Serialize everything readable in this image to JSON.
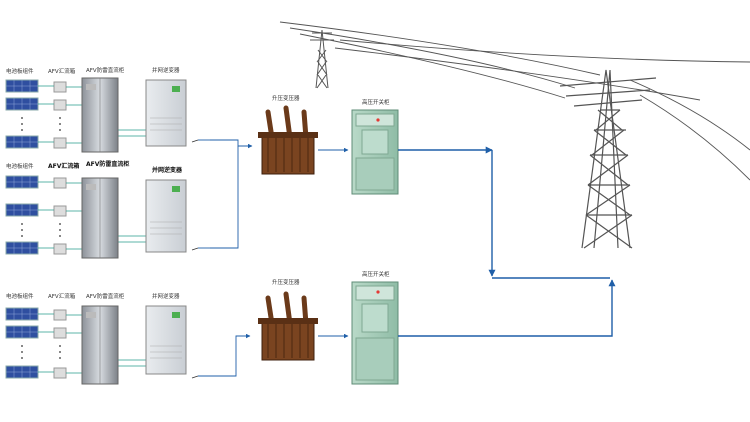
{
  "rows": [
    {
      "labels": {
        "pv_array": "电池板组件",
        "combiner": "AFV汇流箱",
        "dc_cabinet": "AFV防雷直流柜",
        "inverter": "并网逆变器"
      }
    },
    {
      "labels": {
        "pv_array": "电池板组件",
        "combiner": "AFV汇流箱",
        "dc_cabinet": "AFV防雷直流柜",
        "inverter": "并网逆变器"
      }
    },
    {
      "labels": {
        "pv_array": "电池板组件",
        "combiner": "AFV汇流箱",
        "dc_cabinet": "AFV防雷直流柜",
        "inverter": "并网逆变器"
      }
    }
  ],
  "transformers": [
    {
      "label": "升压变压器"
    },
    {
      "label": "升压变压器"
    }
  ],
  "switchgears": [
    {
      "label": "高压开关柜"
    },
    {
      "label": "高压开关柜"
    }
  ],
  "colors": {
    "line": "#1f5fa8",
    "dc_line": "#2a9d8f",
    "panel": "#2f4fa0",
    "transformer": "#6b3a1a",
    "switchgear": "#9ac4b0",
    "tower": "#555555"
  }
}
